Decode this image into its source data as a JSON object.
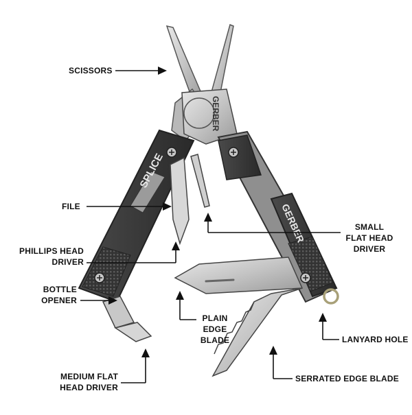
{
  "colors": {
    "background": "#ffffff",
    "steel": "#c9c9c9",
    "steel_dark": "#8a8a8a",
    "handle": "#3b3b3b",
    "handle_dark": "#222222",
    "line": "#111111"
  },
  "handle_prints": {
    "left": "SPLICE",
    "right": "GERBER",
    "pivot": "GERBER"
  },
  "labels": {
    "scissors": "SCISSORS",
    "file": "FILE",
    "phillips": [
      "PHILLIPS HEAD",
      "DRIVER"
    ],
    "bottle": [
      "BOTTLE",
      "OPENER"
    ],
    "medium_flat": [
      "MEDIUM FLAT",
      "HEAD DRIVER"
    ],
    "small_flat": [
      "SMALL",
      "FLAT HEAD",
      "DRIVER"
    ],
    "plain_edge": [
      "PLAIN",
      "EDGE",
      "BLADE"
    ],
    "lanyard": "LANYARD HOLE",
    "serrated": "SERRATED EDGE BLADE"
  }
}
